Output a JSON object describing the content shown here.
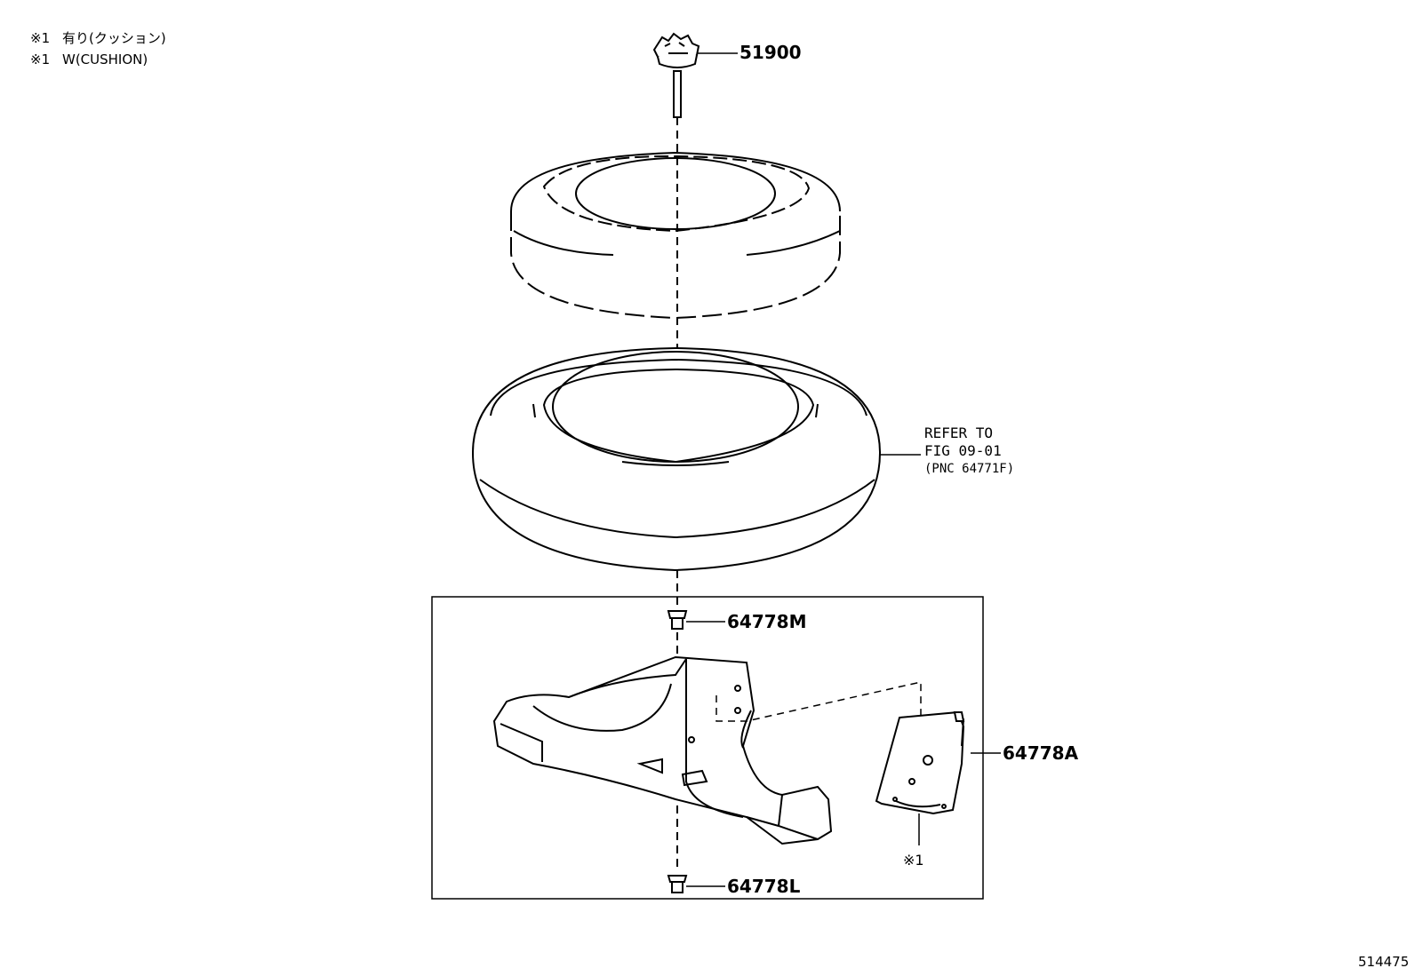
{
  "notes": [
    {
      "mark": "※1",
      "text": "有り(クッション)"
    },
    {
      "mark": "※1",
      "text": "W(CUSHION)"
    }
  ],
  "callouts": {
    "cap": "51900",
    "clip_top": "64778M",
    "tray": "64778A",
    "clip_bottom": "64778L",
    "cushion_mark": "※1"
  },
  "reference": {
    "line1": "REFER TO",
    "line2": "FIG 09-01",
    "line3": "(PNC 64771F)"
  },
  "illustration_id": "514475"
}
